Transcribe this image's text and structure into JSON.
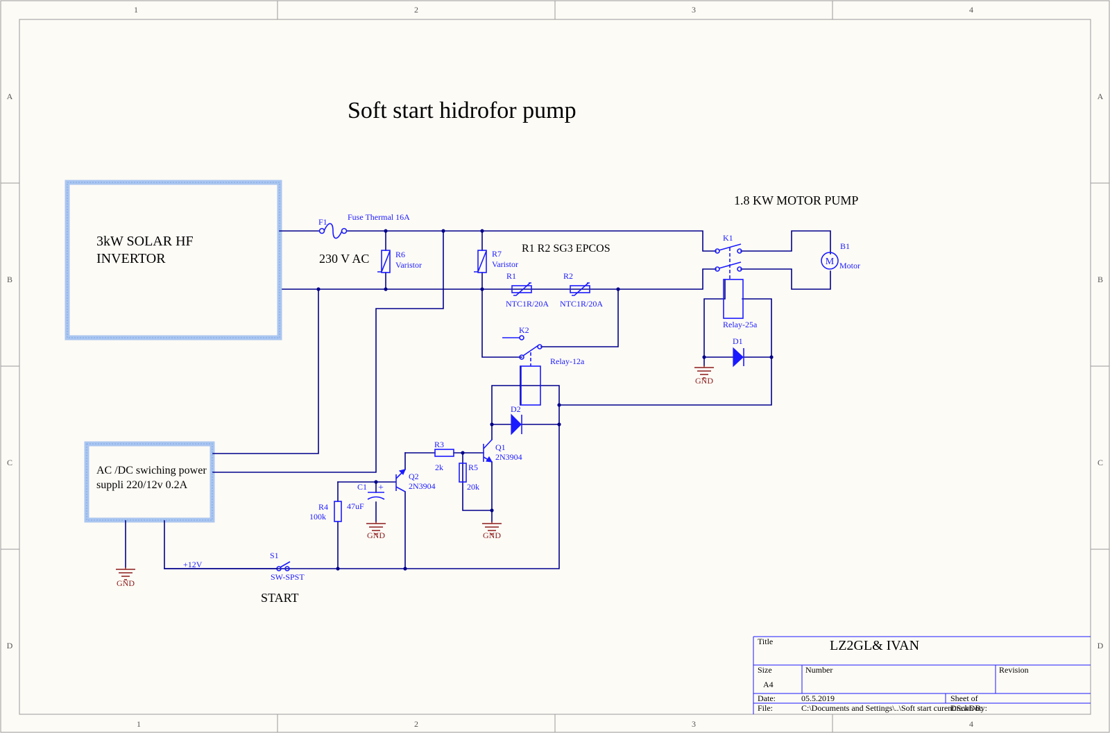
{
  "zones": {
    "cols": [
      "1",
      "2",
      "3",
      "4"
    ],
    "rows": [
      "A",
      "B",
      "C",
      "D"
    ]
  },
  "title": "Soft start hidrofor pump",
  "blocks": {
    "inverter": [
      "3kW SOLAR HF",
      "INVERTOR"
    ],
    "psu": [
      "AC /DC swiching power",
      "suppli 220/12v 0.2A"
    ]
  },
  "annotations": {
    "ac_voltage": "230 V AC",
    "motor_pump": "1.8 KW MOTOR  PUMP",
    "ntc_note": "R1 R2 SG3 EPCOS",
    "start": "START",
    "supply": "+12V"
  },
  "components": {
    "F1": {
      "ref": "F1",
      "value": "Fuse Thermal  16A"
    },
    "R6": {
      "ref": "R6",
      "value": "Varistor"
    },
    "R7": {
      "ref": "R7",
      "value": "Varistor"
    },
    "R1": {
      "ref": "R1",
      "value": "NTC1R/20A"
    },
    "R2": {
      "ref": "R2",
      "value": "NTC1R/20A"
    },
    "K1": {
      "ref": "K1",
      "value": "Relay-25a"
    },
    "K2": {
      "ref": "K2",
      "value": "Relay-12a"
    },
    "B1": {
      "ref": "B1",
      "value": "Motor",
      "symbol": "M"
    },
    "D1": {
      "ref": "D1"
    },
    "D2": {
      "ref": "D2"
    },
    "Q1": {
      "ref": "Q1",
      "value": "2N3904"
    },
    "Q2": {
      "ref": "Q2",
      "value": "2N3904"
    },
    "R3": {
      "ref": "R3",
      "value": "2k"
    },
    "R4": {
      "ref": "R4",
      "value": "100k"
    },
    "R5": {
      "ref": "R5",
      "value": "20k"
    },
    "C1": {
      "ref": "C1",
      "value": "47uF",
      "polarity": "+"
    },
    "S1": {
      "ref": "S1",
      "value": "SW-SPST"
    }
  },
  "gnd_label": "GND",
  "titleblock": {
    "title_label": "Title",
    "title_value": "LZ2GL& IVAN",
    "size_label": "Size",
    "size_value": "A4",
    "number_label": "Number",
    "revision_label": "Revision",
    "date_label": "Date:",
    "date_value": "05.5.2019",
    "sheet_label": "Sheet    of",
    "file_label": "File:",
    "file_value": "C:\\Documents and Settings\\..\\Soft start curent.SchDoc",
    "drawn_label": "Drawn By:"
  }
}
